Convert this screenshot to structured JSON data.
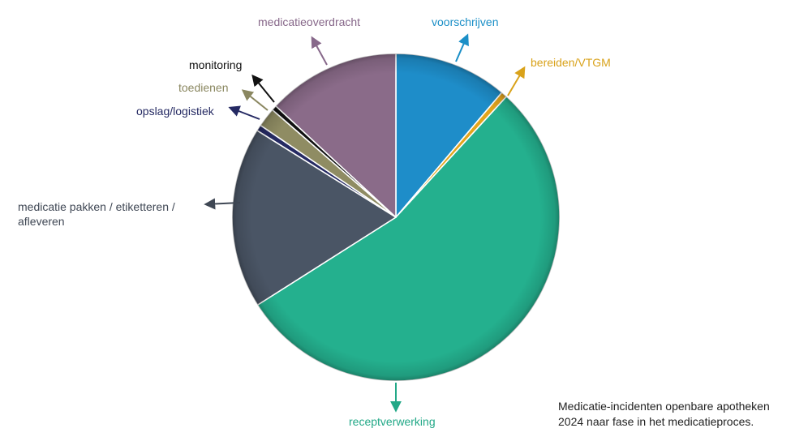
{
  "chart_data": {
    "type": "pie",
    "slices": [
      {
        "label": "voorschrijven",
        "value": 11.2,
        "color": "#1e8dc9",
        "label_color": "#1b8fc7"
      },
      {
        "label": "bereiden/VTGM",
        "value": 0.6,
        "color": "#e3a51c",
        "label_color": "#d9a21a"
      },
      {
        "label": "receptverwerking",
        "value": 54.2,
        "color": "#24b08e",
        "label_color": "#22a887"
      },
      {
        "label": "medicatie pakken / etiketteren / afleveren",
        "label_lines": [
          "medicatie pakken / etiketteren /",
          "afleveren"
        ],
        "value": 17.9,
        "color": "#4a5565",
        "label_color": "#3f4754"
      },
      {
        "label": "opslag/logistiek",
        "value": 0.6,
        "color": "#252a63",
        "label_color": "#252a63"
      },
      {
        "label": "toedienen",
        "value": 1.9,
        "color": "#8f8c63",
        "label_color": "#8a8760"
      },
      {
        "label": "monitoring",
        "value": 0.5,
        "color": "#111111",
        "label_color": "#111111"
      },
      {
        "label": "medicatieoverdracht",
        "value": 13.1,
        "color": "#8a6b89",
        "label_color": "#87688a"
      }
    ],
    "caption": [
      "Medicatie-incidenten openbare apotheken",
      "2024 naar fase in het medicatieproces."
    ]
  }
}
